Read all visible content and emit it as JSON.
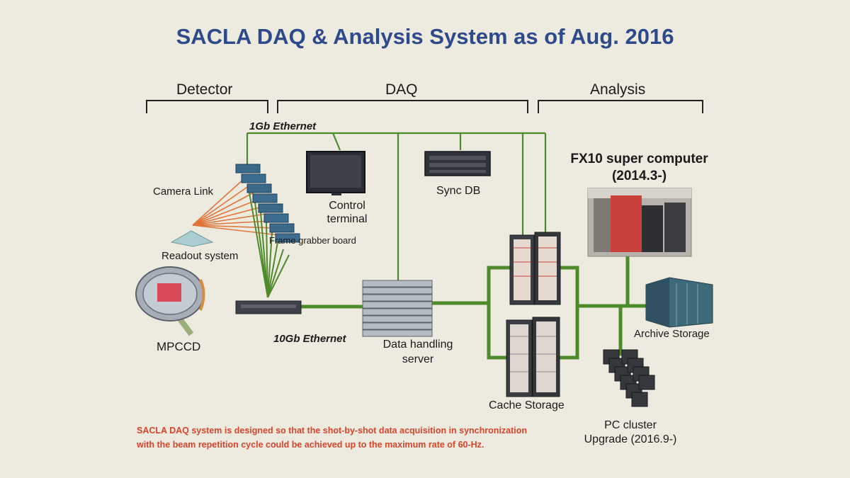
{
  "title": "SACLA DAQ & Analysis System as of Aug. 2016",
  "sections": {
    "detector": "Detector",
    "daq": "DAQ",
    "analysis": "Analysis"
  },
  "network": {
    "gb1": "1Gb Ethernet",
    "gb10": "10Gb Ethernet"
  },
  "components": {
    "camera_link": "Camera Link",
    "readout_system": "Readout system",
    "frame_grabber": "Frame grabber board",
    "mpccd": "MPCCD",
    "control_terminal_1": "Control",
    "control_terminal_2": "terminal",
    "sync_db": "Sync DB",
    "data_handling_1": "Data handling",
    "data_handling_2": "server",
    "cache_storage": "Cache Storage",
    "fx10_1": "FX10 super computer",
    "fx10_2": "(2014.3-)",
    "archive_storage": "Archive Storage",
    "pc_cluster_1": "PC cluster",
    "pc_cluster_2": "Upgrade (2016.9-)"
  },
  "note": {
    "line1": "SACLA DAQ system is designed so that the shot-by-shot data acquisition in synchronization",
    "line2": "with the beam repetition cycle could be achieved up to the maximum rate of 60-Hz."
  },
  "colors": {
    "background": "#edeae0",
    "title": "#2d4a8a",
    "link_green": "#4f8a2a",
    "camera_link_orange": "#e0743a",
    "note_red": "#d9442b"
  }
}
